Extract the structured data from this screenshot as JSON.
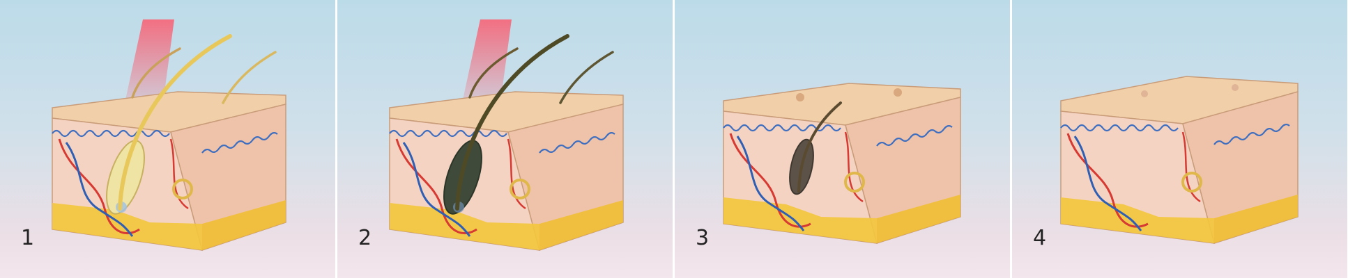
{
  "panels": [
    {
      "number": "1",
      "laser": true,
      "hair_color": "#e8c85a",
      "follicle_color": "#efe4a4",
      "hairs": 3
    },
    {
      "number": "2",
      "laser": true,
      "hair_color": "#4f4a26",
      "follicle_color": "#3f4a3a",
      "hairs": 3
    },
    {
      "number": "3",
      "laser": false,
      "hair_color": "#5a4a30",
      "follicle_color": "#5c5248",
      "hairs": 1
    },
    {
      "number": "4",
      "laser": false,
      "hair_color": "",
      "follicle_color": "",
      "hairs": 0
    }
  ],
  "colors": {
    "sky_top": "#bcdbe9",
    "sky_bottom": "#f3e6ec",
    "skin_top": "#f1cfa8",
    "skin_front": "#f5d3c2",
    "skin_side": "#eec3aa",
    "fat": "#f3c73c",
    "artery": "#d63a32",
    "vein": "#2f5fb4",
    "laser": "#f56a7c"
  }
}
